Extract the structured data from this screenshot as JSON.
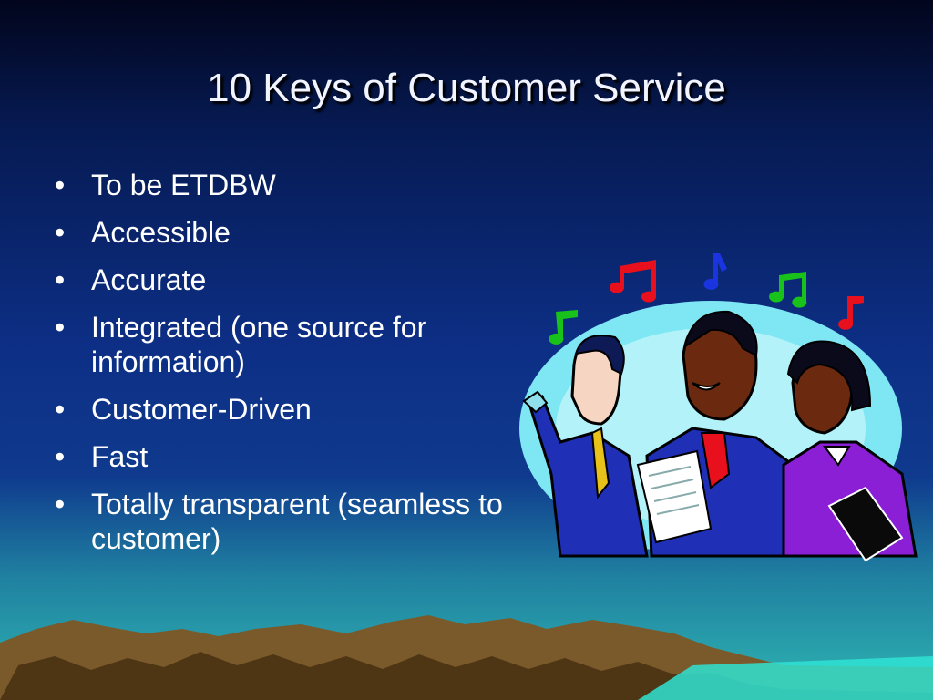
{
  "slide": {
    "title": "10 Keys of Customer Service",
    "bullet_char": "•",
    "bullets": [
      "To be ETDBW",
      "Accessible",
      "Accurate",
      "Integrated (one source for information)",
      "Customer-Driven",
      "Fast",
      "Totally transparent (seamless to customer)"
    ]
  },
  "illustration": {
    "subject": "three-people-singing",
    "icons": [
      "music-note-icon"
    ]
  }
}
